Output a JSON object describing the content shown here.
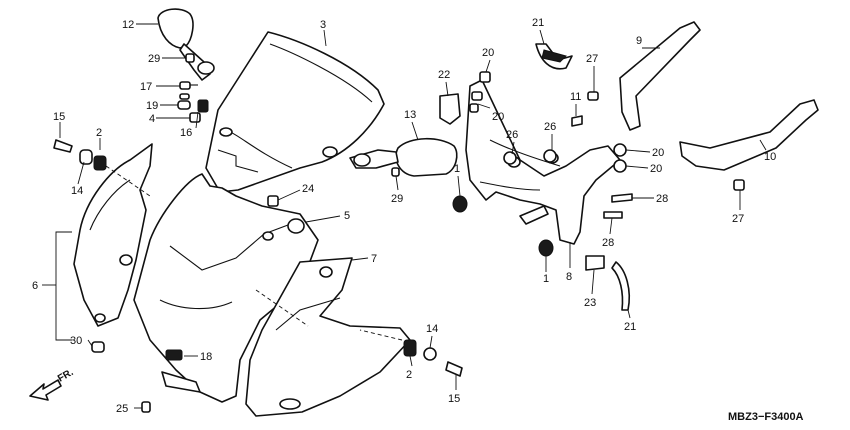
{
  "diagram": {
    "code": "MBZ3−F3400A",
    "direction_label": "FR."
  },
  "callouts": [
    {
      "id": "c12",
      "label": "12"
    },
    {
      "id": "c29a",
      "label": "29"
    },
    {
      "id": "c17",
      "label": "17"
    },
    {
      "id": "c19",
      "label": "19"
    },
    {
      "id": "c4",
      "label": "4"
    },
    {
      "id": "c16",
      "label": "16"
    },
    {
      "id": "c3",
      "label": "3"
    },
    {
      "id": "c15a",
      "label": "15"
    },
    {
      "id": "c2a",
      "label": "2"
    },
    {
      "id": "c14a",
      "label": "14"
    },
    {
      "id": "c6",
      "label": "6"
    },
    {
      "id": "c30",
      "label": "30"
    },
    {
      "id": "c25",
      "label": "25"
    },
    {
      "id": "c18",
      "label": "18"
    },
    {
      "id": "c24",
      "label": "24"
    },
    {
      "id": "c5",
      "label": "5"
    },
    {
      "id": "c7",
      "label": "7"
    },
    {
      "id": "c13",
      "label": "13"
    },
    {
      "id": "c29b",
      "label": "29"
    },
    {
      "id": "c14b",
      "label": "14"
    },
    {
      "id": "c2b",
      "label": "2"
    },
    {
      "id": "c15b",
      "label": "15"
    },
    {
      "id": "c22",
      "label": "22"
    },
    {
      "id": "c21a",
      "label": "21"
    },
    {
      "id": "c20a",
      "label": "20"
    },
    {
      "id": "c20b",
      "label": "20"
    },
    {
      "id": "c27a",
      "label": "27"
    },
    {
      "id": "c9",
      "label": "9"
    },
    {
      "id": "c11",
      "label": "11"
    },
    {
      "id": "c26a",
      "label": "26"
    },
    {
      "id": "c26b",
      "label": "26"
    },
    {
      "id": "c1a",
      "label": "1"
    },
    {
      "id": "c1b",
      "label": "1"
    },
    {
      "id": "c20c",
      "label": "20"
    },
    {
      "id": "c20d",
      "label": "20"
    },
    {
      "id": "c10",
      "label": "10"
    },
    {
      "id": "c28a",
      "label": "28"
    },
    {
      "id": "c28b",
      "label": "28"
    },
    {
      "id": "c27b",
      "label": "27"
    },
    {
      "id": "c8",
      "label": "8"
    },
    {
      "id": "c23",
      "label": "23"
    },
    {
      "id": "c21b",
      "label": "21"
    }
  ]
}
